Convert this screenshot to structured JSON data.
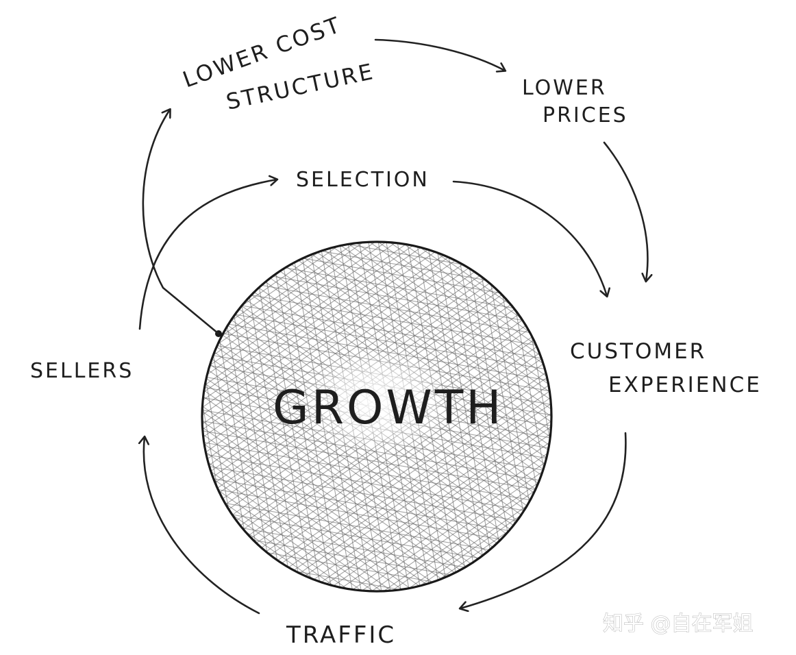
{
  "labels": {
    "lower_cost_line1": "LOWER COST",
    "lower_cost_line2": "STRUCTURE",
    "lower_prices_line1": "LOWER",
    "lower_prices_line2": "PRICES",
    "selection": "SELECTION",
    "customer_exp_line1": "CUSTOMER",
    "customer_exp_line2": "EXPERIENCE",
    "sellers": "SELLERS",
    "growth": "GROWTH",
    "traffic": "TRAFFIC"
  },
  "watermark": {
    "text": "知乎 @自在军姐"
  },
  "colors": {
    "ink": "#1e1e1e",
    "background": "#ffffff",
    "hatch": "#5a5a5a",
    "watermark_outline": "#b9b9b9"
  }
}
